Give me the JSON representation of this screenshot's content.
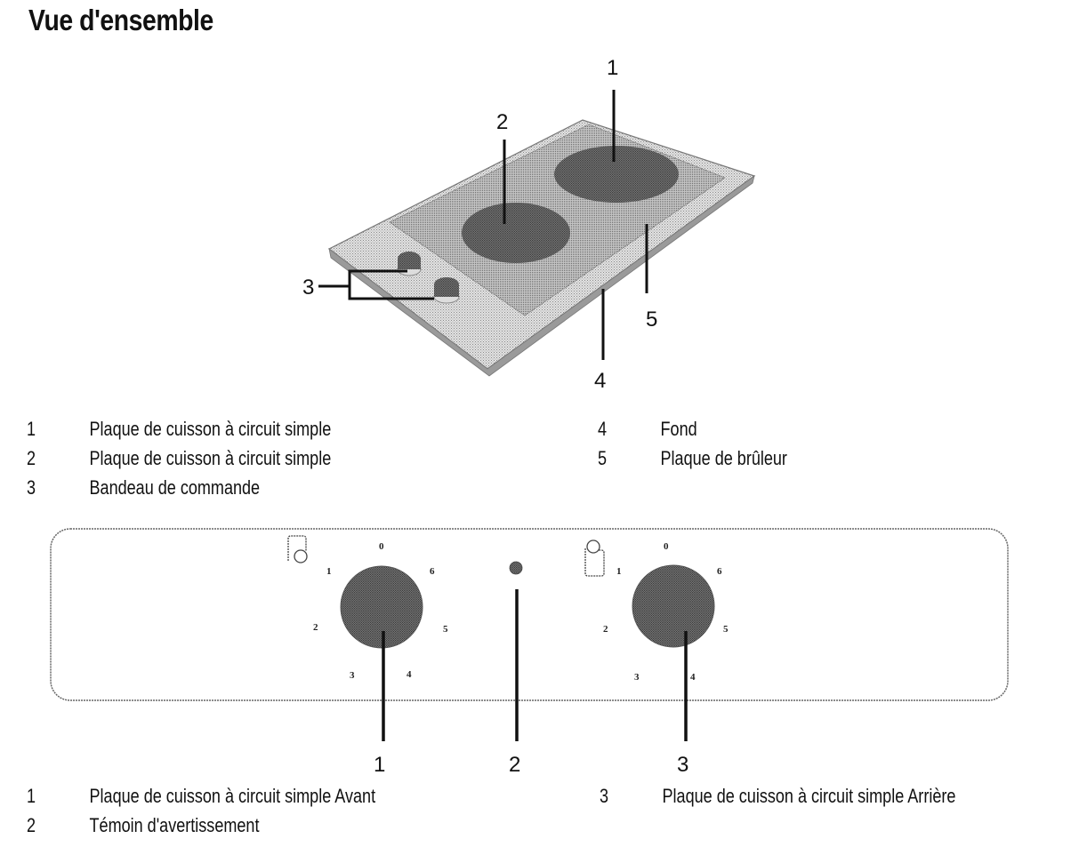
{
  "title": "Vue d'ensemble",
  "hob_figure": {
    "callouts": [
      "1",
      "2",
      "3",
      "4",
      "5"
    ],
    "legend": [
      {
        "num": "1",
        "text": "Plaque de cuisson à circuit simple"
      },
      {
        "num": "2",
        "text": "Plaque de cuisson à circuit simple"
      },
      {
        "num": "3",
        "text": "Bandeau de commande"
      },
      {
        "num": "4",
        "text": "Fond"
      },
      {
        "num": "5",
        "text": "Plaque de brûleur"
      }
    ]
  },
  "panel_figure": {
    "left_knob": {
      "zone_icon": "front-zone-icon",
      "positions": [
        "0",
        "1",
        "2",
        "3",
        "4",
        "5",
        "6"
      ]
    },
    "right_knob": {
      "zone_icon": "rear-zone-icon",
      "positions": [
        "0",
        "1",
        "2",
        "3",
        "4",
        "5",
        "6"
      ]
    },
    "callouts": [
      "1",
      "2",
      "3"
    ],
    "legend": [
      {
        "num": "1",
        "text": "Plaque de cuisson à circuit simple Avant"
      },
      {
        "num": "2",
        "text": "Témoin d'avertissement"
      },
      {
        "num": "3",
        "text": "Plaque de cuisson à circuit simple Arrière"
      }
    ]
  },
  "colors": {
    "ink": "#111111",
    "hob_light": "#c9c9c9",
    "hob_mid": "#a8a8a8",
    "zone_dark": "#5e5e5e",
    "knob": "#7a7a7a"
  }
}
